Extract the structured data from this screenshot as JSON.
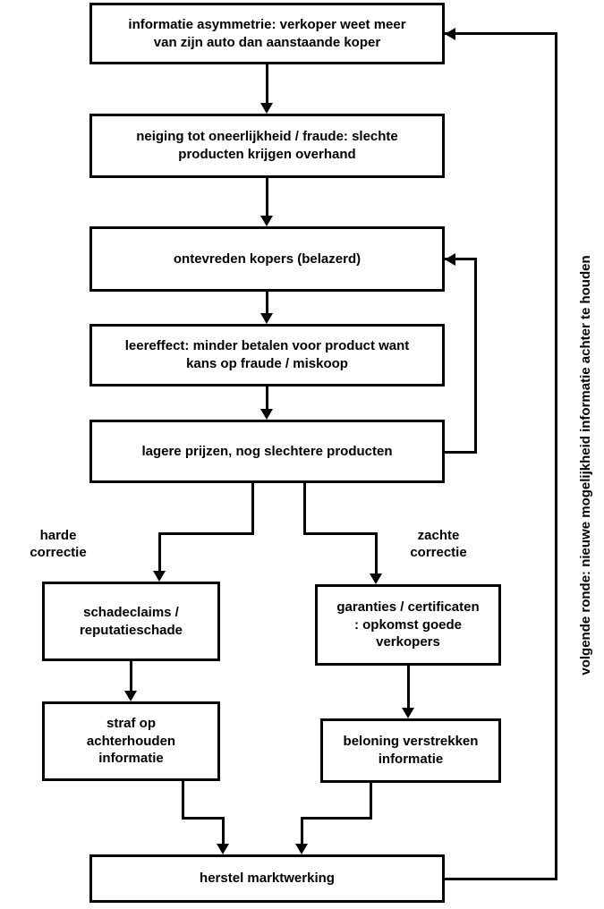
{
  "diagram": {
    "boxes": {
      "informatie_asymmetrie": "informatie asymmetrie: verkoper weet meer\nvan zijn auto dan aanstaande koper",
      "neiging_oneerlijkheid": "neiging tot oneerlijkheid / fraude: slechte\nproducten krijgen overhand",
      "ontevreden_kopers": "ontevreden kopers (belazerd)",
      "leereffect": "leereffect: minder betalen voor product want\nkans op fraude / miskoop",
      "lagere_prijzen": "lagere prijzen, nog slechtere producten",
      "schadeclaims": "schadeclaims /\nreputatieschade",
      "straf": "straf op\nachterhouden\ninformatie",
      "garanties": "garanties / certificaten\n: opkomst goede\nverkopers",
      "beloning": "beloning verstrekken\ninformatie",
      "herstel": "herstel marktwerking"
    },
    "labels": {
      "harde_correctie": "harde\ncorrectie",
      "zachte_correctie": "zachte\ncorrectie",
      "volgende_ronde": "volgende ronde: nieuwe mogelijkheid informatie achter te houden"
    },
    "edges": [
      {
        "from": "informatie_asymmetrie",
        "to": "neiging_oneerlijkheid"
      },
      {
        "from": "neiging_oneerlijkheid",
        "to": "ontevreden_kopers"
      },
      {
        "from": "ontevreden_kopers",
        "to": "leereffect"
      },
      {
        "from": "leereffect",
        "to": "lagere_prijzen"
      },
      {
        "from": "lagere_prijzen",
        "to": "schadeclaims",
        "label": "harde correctie"
      },
      {
        "from": "lagere_prijzen",
        "to": "garanties",
        "label": "zachte correctie"
      },
      {
        "from": "schadeclaims",
        "to": "straf"
      },
      {
        "from": "garanties",
        "to": "beloning"
      },
      {
        "from": "straf",
        "to": "herstel"
      },
      {
        "from": "beloning",
        "to": "herstel"
      },
      {
        "from": "lagere_prijzen",
        "to": "ontevreden_kopers",
        "type": "feedback"
      },
      {
        "from": "herstel",
        "to": "informatie_asymmetrie",
        "type": "feedback",
        "label": "volgende ronde: nieuwe mogelijkheid informatie achter te houden"
      }
    ],
    "colors": {
      "line": "#000000",
      "text": "#000000",
      "background": "#ffffff"
    }
  }
}
